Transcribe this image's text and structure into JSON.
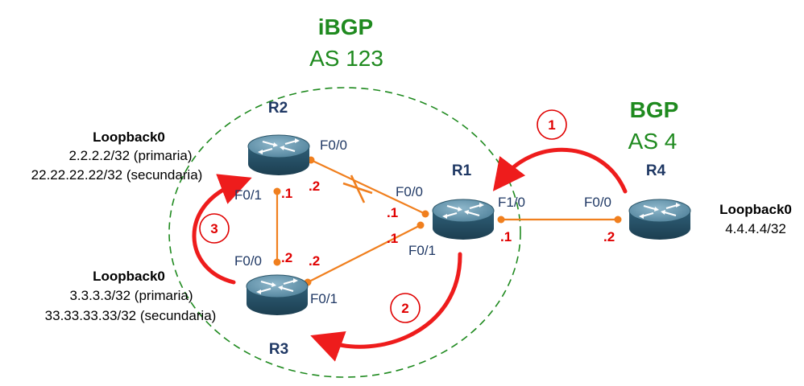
{
  "ibgp": {
    "title": "iBGP",
    "as": "AS 123"
  },
  "ebgp": {
    "title": "BGP",
    "as": "AS 4"
  },
  "routers": {
    "r1": "R1",
    "r2": "R2",
    "r3": "R3",
    "r4": "R4"
  },
  "interfaces": {
    "r2_f00": "F0/0",
    "r2_f01": "F0/1",
    "r3_f00": "F0/0",
    "r3_f01": "F0/1",
    "r1_f00": "F0/0",
    "r1_f01": "F0/1",
    "r1_f10": "F1/0",
    "r4_f00": "F0/0"
  },
  "ips": {
    "r2_f00": ".2",
    "r2_f01": ".1",
    "r3_f00": ".2",
    "r3_f01": ".2",
    "r1_f00": ".1",
    "r1_f01": ".1",
    "r1_f10": ".1",
    "r4_f00": ".2"
  },
  "loopbacks": {
    "r2": {
      "title": "Loopback0",
      "primary": "2.2.2.2/32 (primaria)",
      "secondary": "22.22.22.22/32  (secundaria)"
    },
    "r3": {
      "title": "Loopback0",
      "primary": "3.3.3.3/32 (primaria)",
      "secondary": "33.33.33.33/32  (secundaria)"
    },
    "r4": {
      "title": "Loopback0",
      "primary": "4.4.4.4/32"
    }
  },
  "steps": {
    "s1": "1",
    "s2": "2",
    "s3": "3"
  },
  "colors": {
    "link": "#f07f1e",
    "arrow": "#ee1c1c",
    "as_boundary": "#1f8a1f",
    "router_body": "#3f6e86",
    "label_dark": "#1f3864",
    "ip_red": "#e00000"
  },
  "icons": {
    "router": "router-icon",
    "broken_link": "x-mark-icon"
  }
}
